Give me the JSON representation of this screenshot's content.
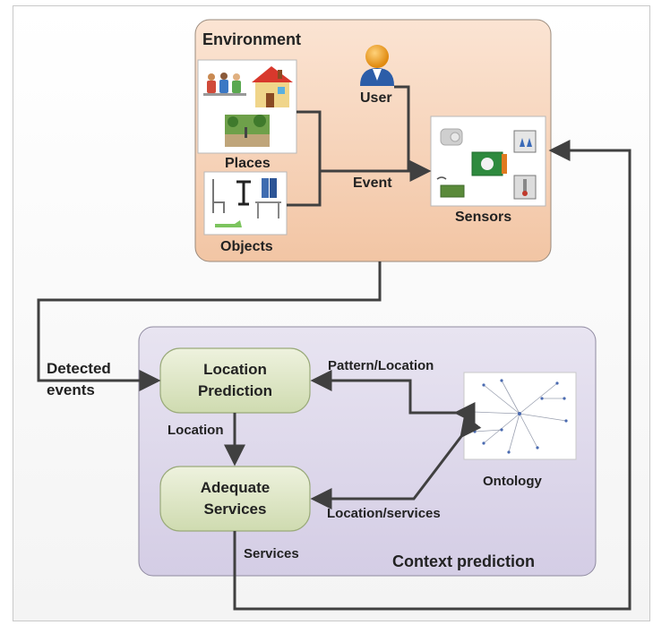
{
  "environment": {
    "title": "Environment",
    "places_label": "Places",
    "objects_label": "Objects",
    "user_label": "User",
    "event_label": "Event",
    "sensors_label": "Sensors"
  },
  "flow": {
    "detected_events_label": "Detected\nevents"
  },
  "context": {
    "title": "Context prediction",
    "location_prediction": "Location\nPrediction",
    "adequate_services": "Adequate\nServices",
    "location_label": "Location",
    "services_label": "Services",
    "pattern_location_label": "Pattern/Location",
    "location_services_label": "Location/services",
    "ontology_label": "Ontology"
  },
  "colors": {
    "environment_fill": "#f6d2b6",
    "context_fill": "#dcd6ea",
    "node_fill": "#dde6c3",
    "arrow": "#404040"
  }
}
